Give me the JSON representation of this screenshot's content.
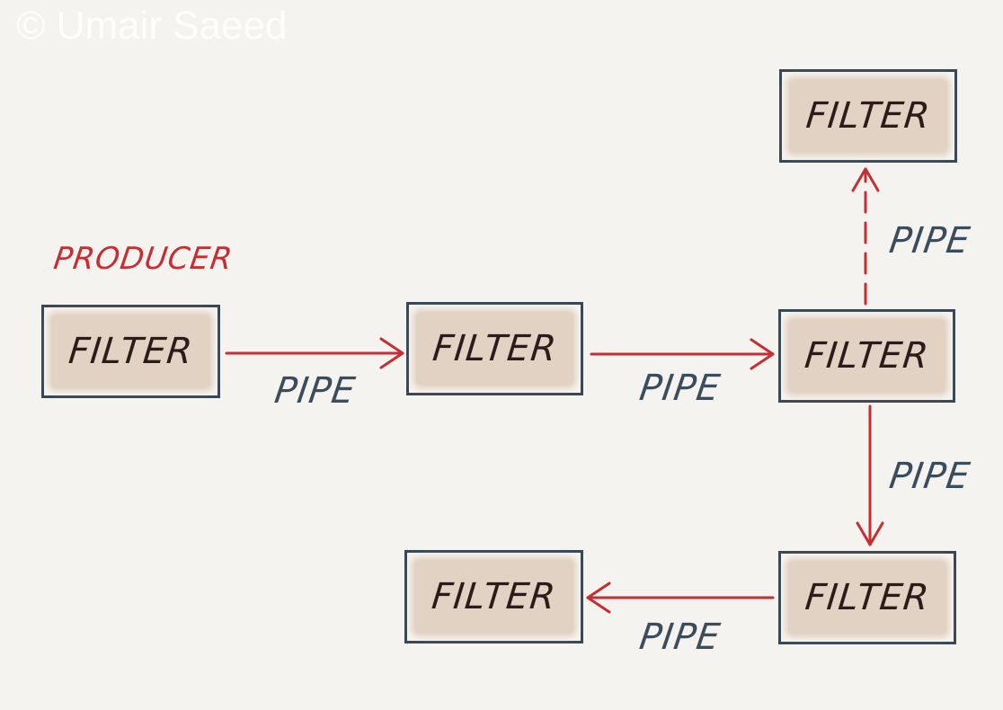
{
  "watermark": "© Umair Saeed",
  "producer_label": "PRODUCER",
  "filters": [
    {
      "label": "FILTER"
    },
    {
      "label": "FILTER"
    },
    {
      "label": "FILTER"
    },
    {
      "label": "FILTER"
    },
    {
      "label": "FILTER"
    },
    {
      "label": "FILTER"
    }
  ],
  "pipes": [
    {
      "label": "PIPE"
    },
    {
      "label": "PIPE"
    },
    {
      "label": "PIPE"
    },
    {
      "label": "PIPE"
    },
    {
      "label": "PIPE"
    }
  ],
  "colors": {
    "arrow": "#c62e31",
    "box_border": "#3a4754",
    "box_fill": "#e2d2c4",
    "pipe_text": "#3a4d5c",
    "producer_text": "#c62e31",
    "background": "#f5f3ef"
  }
}
